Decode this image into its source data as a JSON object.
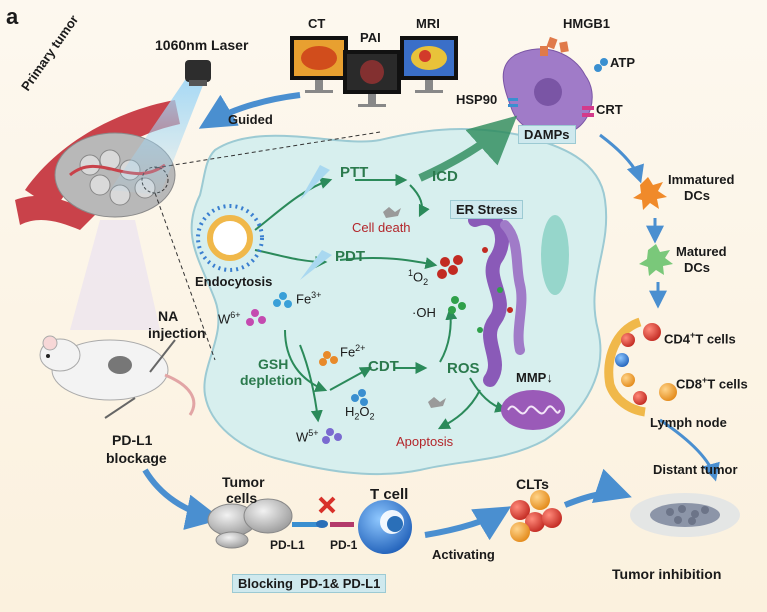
{
  "panel_label": "a",
  "imaging": {
    "ct": "CT",
    "pai": "PAI",
    "mri": "MRI",
    "guided": "Guided"
  },
  "laser": "1060nm Laser",
  "primary_tumor": "Primary tumor",
  "na_injection_1": "NA",
  "na_injection_2": "injection",
  "pdl1_blockage_1": "PD-L1",
  "pdl1_blockage_2": "blockage",
  "endocytosis": "Endocytosis",
  "ions": {
    "w6_base": "W",
    "w6_sup": "6+",
    "fe3_base": "Fe",
    "fe3_sup": "3+",
    "fe2_base": "Fe",
    "fe2_sup": "2+",
    "w5_base": "W",
    "w5_sup": "5+"
  },
  "ptt": "PTT",
  "pdt": "PDT",
  "cdt": "CDT",
  "ros": "ROS",
  "icd": "ICD",
  "cell_death": "Cell death",
  "apoptosis": "Apoptosis",
  "er_stress": "ER Stress",
  "singlet_o2": {
    "sup": "1",
    "base": "O",
    "sub": "2"
  },
  "hydroxyl": "·OH",
  "h2o2": {
    "h": "H",
    "h_sub": "2",
    "o": "O",
    "o_sub": "2"
  },
  "gsh_1": "GSH",
  "gsh_2": "depletion",
  "mmp": "MMP↓",
  "damps": {
    "hmgb1": "HMGB1",
    "atp": "ATP",
    "hsp90": "HSP90",
    "crt": "CRT",
    "label": "DAMPs"
  },
  "immatured_dcs_1": "Immatured",
  "immatured_dcs_2": "DCs",
  "matured_dcs_1": "Matured",
  "matured_dcs_2": "DCs",
  "cd4": {
    "pre": "CD4",
    "sup": "+",
    "post": "T cells"
  },
  "cd8": {
    "pre": "CD8",
    "sup": "+",
    "post": "T cells"
  },
  "lymph_node": "Lymph node",
  "distant_tumor": "Distant tumor",
  "tumor_inhibition": "Tumor inhibition",
  "tumor_cells_1": "Tumor",
  "tumor_cells_2": "cells",
  "pd_l1": "PD-L1",
  "pd_1": "PD-1",
  "t_cell": "T cell",
  "clts": "CLTs",
  "activating": "Activating",
  "blocking": "Blocking  PD-1& PD-L1",
  "colors": {
    "background": "#fbf1de",
    "cell_body": "#d7efee",
    "arrow_blue": "#4a8fd0",
    "arrow_green": "#2b8a5a",
    "accent_red": "#b3262b",
    "box_fill": "#cfe9ee"
  }
}
